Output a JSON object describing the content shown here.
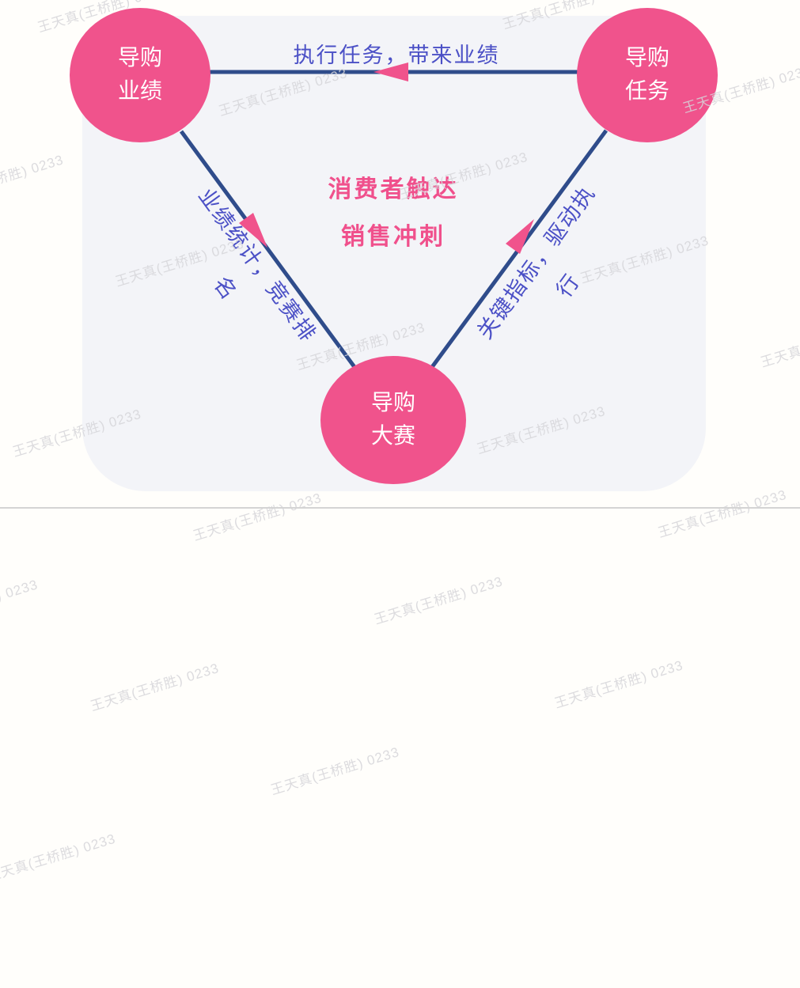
{
  "diagram": {
    "nodes": {
      "performance": {
        "label": "导购业绩"
      },
      "task": {
        "label": "导购任务"
      },
      "contest": {
        "label": "导购大赛"
      }
    },
    "edges": {
      "task_to_performance": {
        "label": "执行任务，带来业绩"
      },
      "performance_to_contest": {
        "label": "业绩统计，竞赛排名"
      },
      "contest_to_task": {
        "label": "关键指标，驱动执行"
      }
    },
    "center_title": {
      "line1": "消费者触达",
      "line2": "销售冲刺"
    }
  },
  "watermark": {
    "text": "王天真(王桥胜) 0233"
  },
  "colors": {
    "page_bg": "#FFFEFB",
    "panel_bg": "#F3F4F8",
    "node_pink": "#F0538C",
    "line_navy": "#2F4C8B",
    "label_indigo": "#4B50C6",
    "title_pink": "#F0508C",
    "watermark_gray": "#D6D6DA",
    "border_gray": "#D4D4D4"
  }
}
